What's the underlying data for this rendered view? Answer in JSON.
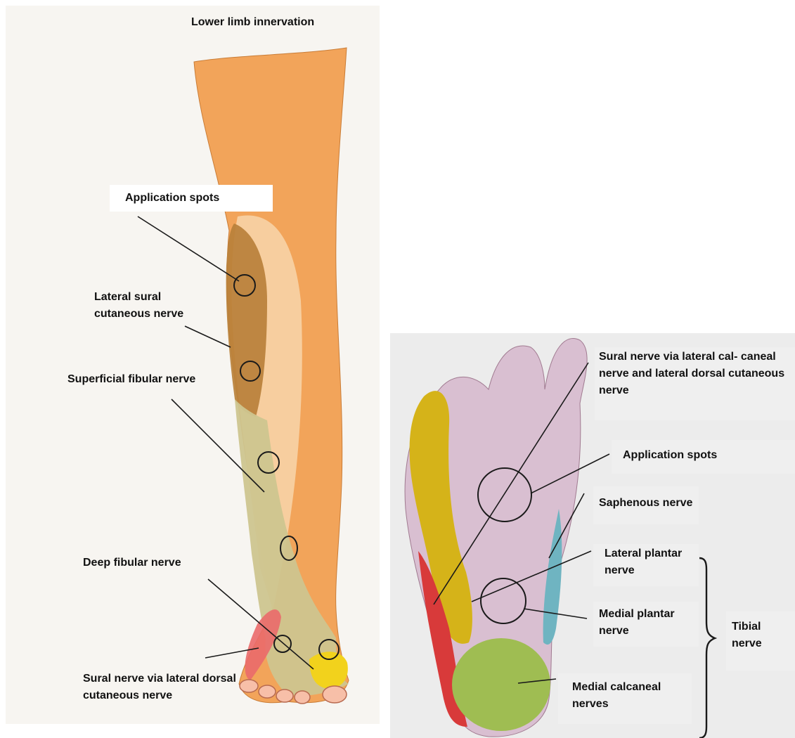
{
  "leg": {
    "title": "Lower limb innervation",
    "labels": {
      "application_spots": "Application spots",
      "lateral_sural": "Lateral sural cutaneous nerve",
      "superficial_fibular": "Superficial fibular nerve",
      "deep_fibular": "Deep fibular nerve",
      "sural_dorsal": "Sural nerve via lateral dorsal cutaneous nerve"
    }
  },
  "foot": {
    "labels": {
      "sural_calcaneal": "Sural nerve via lateral cal- caneal nerve and lateral dorsal cutaneous nerve",
      "application_spots": "Application spots",
      "saphenous": "Saphenous nerve",
      "lateral_plantar": "Lateral plantar nerve",
      "medial_plantar": "Medial plantar nerve",
      "tibial": "Tibial nerve",
      "medial_calcaneal": "Medial calcaneal nerves"
    }
  },
  "colors": {
    "skin": "#f2a45a",
    "skin_light": "#f7d3a6",
    "lateral_sural_zone": "#b9803a",
    "superficial_fibular_zone": "#cdc58f",
    "deep_fibular_zone": "#f2d21c",
    "sural_zone": "#ea6a6a",
    "foot_pink": "#d9bfd1",
    "foot_yellow": "#d5b319",
    "foot_red": "#d83a3a",
    "foot_blue": "#6fb4c1",
    "foot_green": "#9fbd52"
  }
}
